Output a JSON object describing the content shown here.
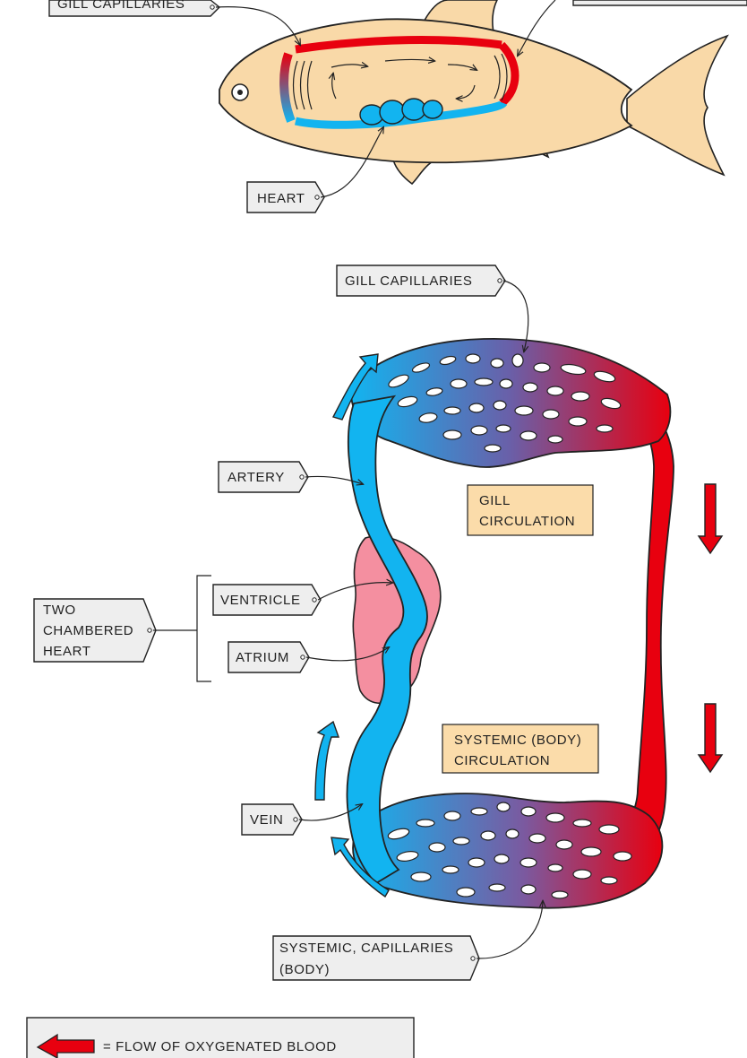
{
  "fish_diagram": {
    "labels": {
      "gill_capillaries": "GILL CAPILLARIES",
      "heart": "HEART"
    }
  },
  "circulation_diagram": {
    "labels": {
      "gill_capillaries": "GILL CAPILLARIES",
      "artery": "ARTERY",
      "two_chambered_heart_line1": "TWO",
      "two_chambered_heart_line2": "CHAMBERED",
      "two_chambered_heart_line3": "HEART",
      "ventricle": "VENTRICLE",
      "atrium": "ATRIUM",
      "vein": "VEIN",
      "systemic_capillaries_line1": "SYSTEMIC, CAPILLARIES",
      "systemic_capillaries_line2": "(BODY)",
      "gill_circulation_line1": "GILL",
      "gill_circulation_line2": "CIRCULATION",
      "systemic_circulation_line1": "SYSTEMIC (BODY)",
      "systemic_circulation_line2": "CIRCULATION"
    }
  },
  "legend": {
    "oxygenated": "= FLOW OF OXYGENATED BLOOD"
  },
  "colors": {
    "oxygenated": "#e8000f",
    "deoxygenated": "#0fb2ef",
    "heart_chamber": "#f48fa0",
    "fish_body": "#f9d9a8",
    "label_box": "#eeeeee",
    "region_box": "#fbdcaa"
  }
}
